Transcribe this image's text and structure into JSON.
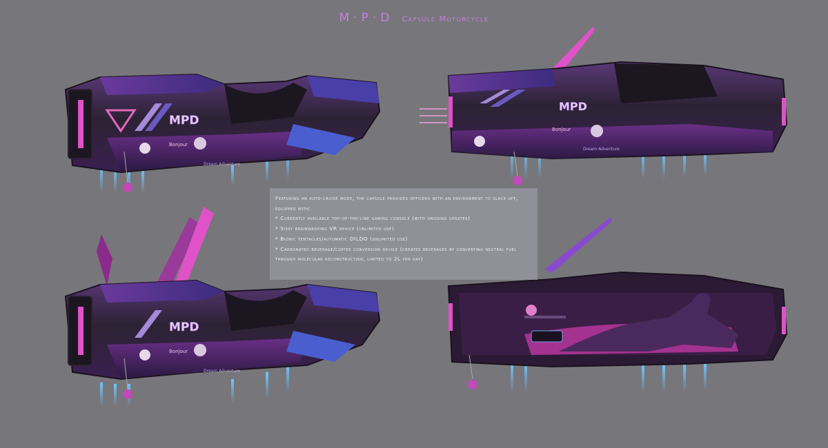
{
  "header": {
    "title_main": "M·P·D",
    "title_sub": "Capsule Motorcycle"
  },
  "description": {
    "intro": "Featuring an auto-cruise mode, the capsule provides officers with an environment to slack off, equipped with:",
    "features": [
      "* Currently available top-of-the-line gaming console (with ongoing updates)",
      "* Sissy brainwashing VR device (unlimited use)",
      "* Bionic tentacles/automatic DILDO (unlimited use)",
      "* Carbonated beverage/coffee conversion device (creates beverages by converting neutral fuel through molecular reconstruction, limited to 2L per day)"
    ]
  },
  "bike": {
    "logo": "MPD",
    "sticker_bonjour": "Bonjour",
    "sticker_dream": "Dream Adventure"
  },
  "colors": {
    "background": "#77767b",
    "hull_dark": "#2a2030",
    "hull_purple": "#4a2a6a",
    "magenta": "#e052c8",
    "neon_blue": "#4aa8ff",
    "accent_lavender": "#a48ad8"
  }
}
